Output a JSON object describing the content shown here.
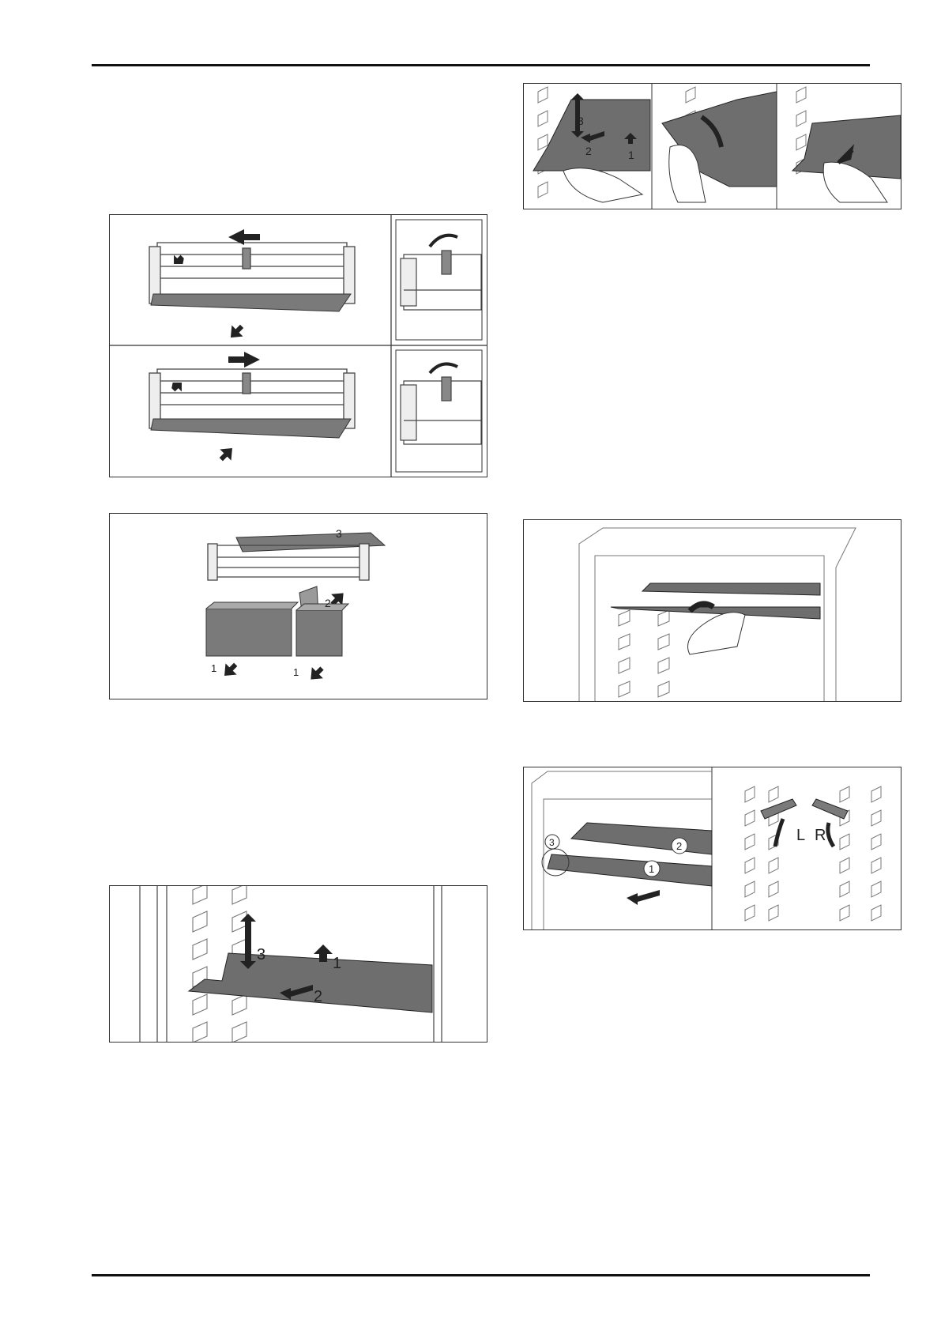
{
  "figures": {
    "fig_left_2": {
      "callouts": [
        "3",
        "2",
        "1",
        "1"
      ]
    },
    "fig_left_3": {
      "callouts": [
        "3",
        "1",
        "2"
      ]
    },
    "fig_right_1": {
      "callouts": [
        "3",
        "2",
        "1"
      ]
    },
    "fig_right_3": {
      "callouts": [
        "3",
        "2",
        "1",
        "L",
        "R"
      ]
    }
  },
  "colors": {
    "rule": "#111111",
    "shelf": "#6e6e6e",
    "arrow": "#222222",
    "line": "#333333"
  }
}
